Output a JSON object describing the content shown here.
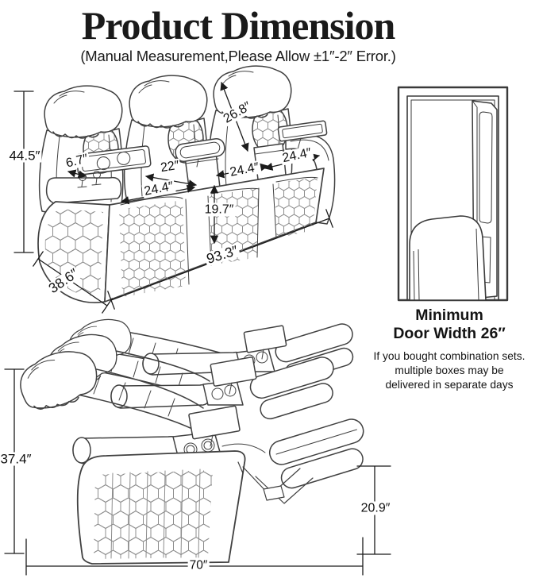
{
  "header": {
    "title": "Product Dimension",
    "subtitle": "(Manual Measurement,Please Allow ±1″-2″ Error.)"
  },
  "top_view": {
    "description": "three-seat recliner sofa perspective view",
    "dims": {
      "height": "44.5″",
      "armrest_tray_width": "6.7″",
      "middle_seat_width": "22″",
      "backrest_length": "26.8″",
      "seat_width_left": "24.4″",
      "seat_width_middle": "24.4″",
      "seat_width_right": "24.4″",
      "seat_depth": "19.7″",
      "overall_width": "93.3″",
      "overall_depth": "38.6″"
    }
  },
  "door": {
    "caption_line1": "Minimum",
    "caption_line2": "Door Width 26″",
    "note_line1": "If you bought combination sets.",
    "note_line2": "multiple boxes may be",
    "note_line3": "delivered in separate days"
  },
  "side_view": {
    "description": "reclined sofa side view",
    "dims": {
      "height": "37.4″",
      "reclined_length": "70″",
      "footrest_height": "20.9″"
    }
  },
  "colors": {
    "line_art": "#404040",
    "dimension_lines": "#1b1b1b",
    "background": "#ffffff",
    "text": "#111111"
  }
}
